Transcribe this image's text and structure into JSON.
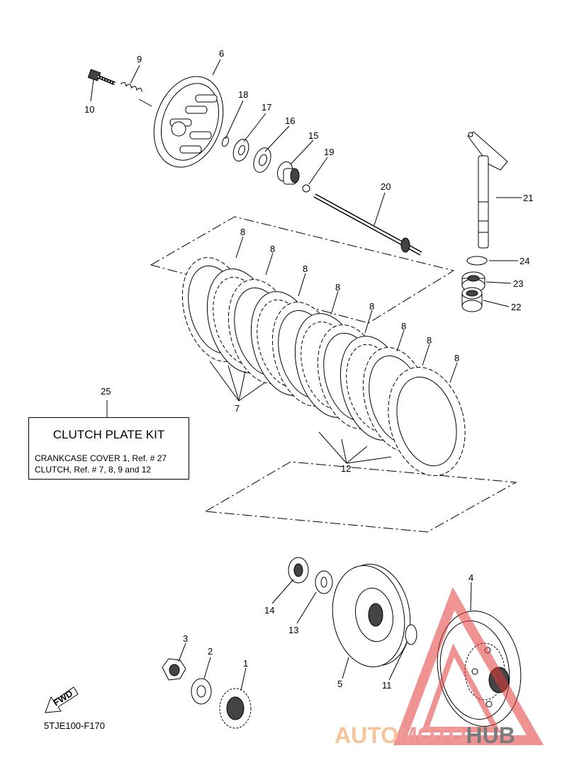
{
  "diagram": {
    "callouts": [
      "1",
      "2",
      "3",
      "4",
      "5",
      "6",
      "7",
      "8",
      "9",
      "10",
      "11",
      "12",
      "13",
      "14",
      "15",
      "16",
      "17",
      "18",
      "19",
      "20",
      "21",
      "22",
      "23",
      "24",
      "25"
    ],
    "plate_label": "8",
    "kit_box": {
      "title": "CLUTCH PLATE KIT",
      "line1": "CRANKCASE COVER 1, Ref. # 27",
      "line2": "CLUTCH, Ref. # 7, 8, 9 and 12"
    },
    "fwd_label": "FWD",
    "diagram_code": "5TJE100-F170",
    "watermark": {
      "part1": "AUTO",
      "part2": "MOTO",
      "part3": "HUB"
    },
    "colors": {
      "watermark_orange": "#f5c49a",
      "watermark_red": "#f19a9a",
      "watermark_gray": "#7a7a7a"
    }
  }
}
